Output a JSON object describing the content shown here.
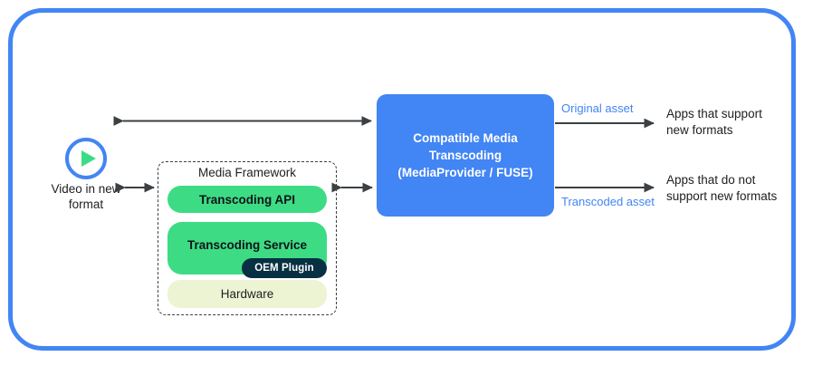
{
  "diagram": {
    "title": "Compatible Media Transcoding flow",
    "colors": {
      "frame_blue": "#4285F4",
      "android_green": "#3DDC84",
      "hardware_pale": "#EDF4D4",
      "oem_navy": "#073042",
      "arrow_gray": "#3c4043",
      "text_dark": "#202124"
    },
    "source": {
      "icon": "play-circle-icon",
      "label_lines": "Video in\nnew\nformat",
      "label": "Video in new format"
    },
    "framework": {
      "title": "Media Framework",
      "layers": [
        {
          "label": "Transcoding API",
          "style": "green"
        },
        {
          "label": "Transcoding Service",
          "style": "green"
        },
        {
          "label": "Hardware",
          "style": "pale"
        }
      ],
      "badge": "OEM Plugin"
    },
    "central": {
      "line1": "Compatible Media",
      "line2": "Transcoding",
      "line3": "(MediaProvider / FUSE)",
      "text": "Compatible Media Transcoding (MediaProvider / FUSE)"
    },
    "outputs": [
      {
        "asset_label": "Original asset",
        "target_label": "Apps that support\nnew formats",
        "target_label_flat": "Apps that support new formats"
      },
      {
        "asset_label": "Transcoded asset",
        "target_label": "Apps that do not\nsupport new formats",
        "target_label_flat": "Apps that do not support new formats"
      }
    ],
    "connectors": [
      {
        "name": "source-to-cmt-top",
        "type": "bidirectional"
      },
      {
        "name": "source-to-framework",
        "type": "bidirectional"
      },
      {
        "name": "framework-to-cmt",
        "type": "bidirectional"
      },
      {
        "name": "cmt-to-apps-support",
        "type": "unidirectional"
      },
      {
        "name": "cmt-to-apps-nosupport",
        "type": "unidirectional"
      }
    ]
  }
}
